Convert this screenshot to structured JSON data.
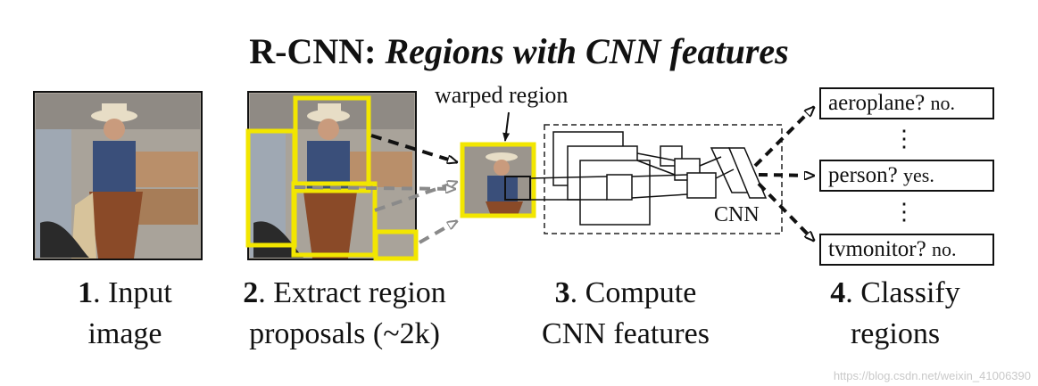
{
  "title": {
    "prefix": "R-CNN:",
    "italic": "Regions with CNN features"
  },
  "steps": [
    {
      "num": "1",
      "line1": ". Input",
      "line2": "image"
    },
    {
      "num": "2",
      "line1": ". Extract region",
      "line2": "proposals (~2k)"
    },
    {
      "num": "3",
      "line1": ". Compute",
      "line2": "CNN features"
    },
    {
      "num": "4",
      "line1": ". Classify",
      "line2": "regions"
    }
  ],
  "labels": {
    "warped": "warped region",
    "cnn": "CNN"
  },
  "classes": [
    {
      "name": "aeroplane?",
      "verdict": "no."
    },
    {
      "name": "person?",
      "verdict": "yes."
    },
    {
      "name": "tvmonitor?",
      "verdict": "no."
    }
  ],
  "ellipsis": "⋮",
  "watermark": "https://blog.csdn.net/weixin_41006390",
  "colors": {
    "proposal_box": "#f2e600",
    "arrow_dark": "#111111",
    "arrow_gray": "#8a8a8a"
  }
}
